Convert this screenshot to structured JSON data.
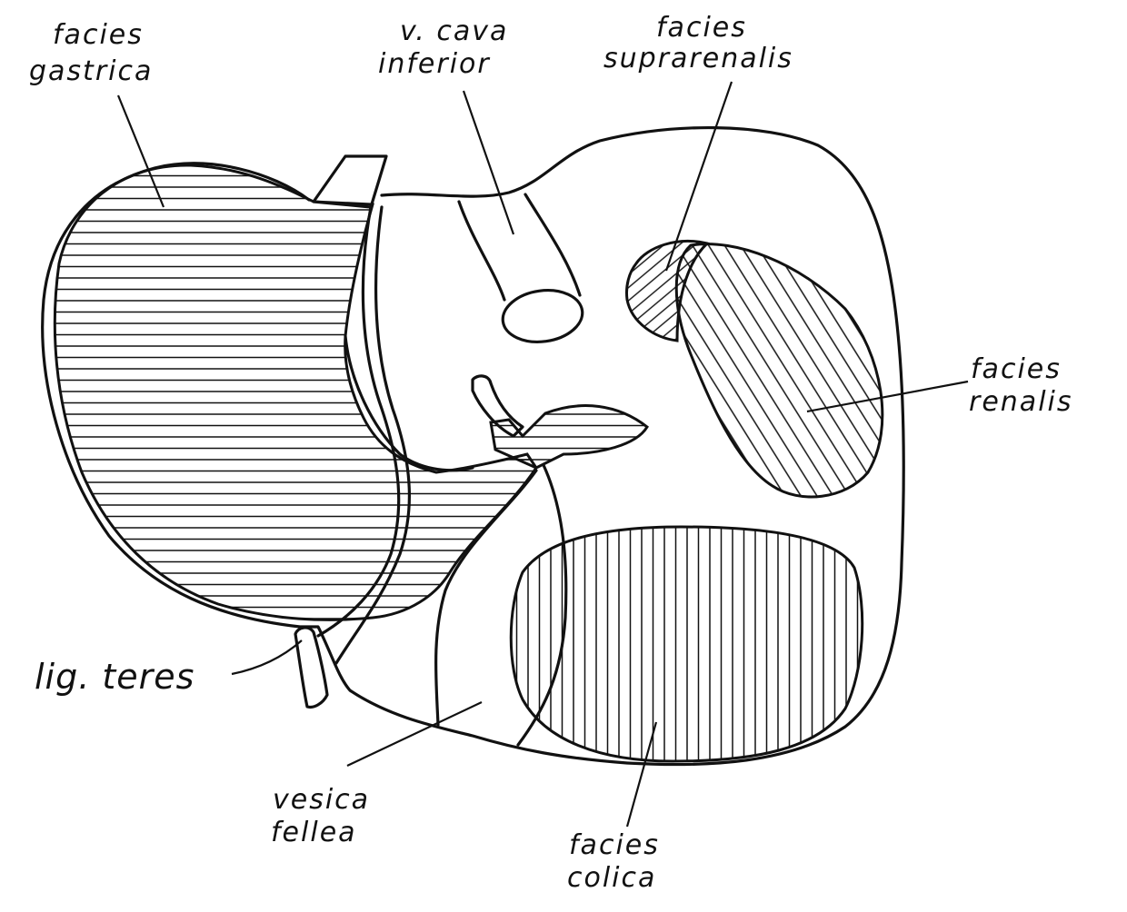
{
  "labels": {
    "facies_gastrica": [
      "facies",
      "gastrica"
    ],
    "v_cava_inferior": [
      "v. cava",
      "inferior"
    ],
    "facies_suprarenalis": [
      "facies",
      "suprarenalis"
    ],
    "facies_renalis": [
      "facies",
      "renalis"
    ],
    "lig_teres": [
      "lig. teres"
    ],
    "vesica_fellea": [
      "vesica",
      "fellea"
    ],
    "facies_colica": [
      "facies",
      "colica"
    ]
  },
  "colors": {
    "ink": "#111111",
    "paper": "#ffffff"
  }
}
